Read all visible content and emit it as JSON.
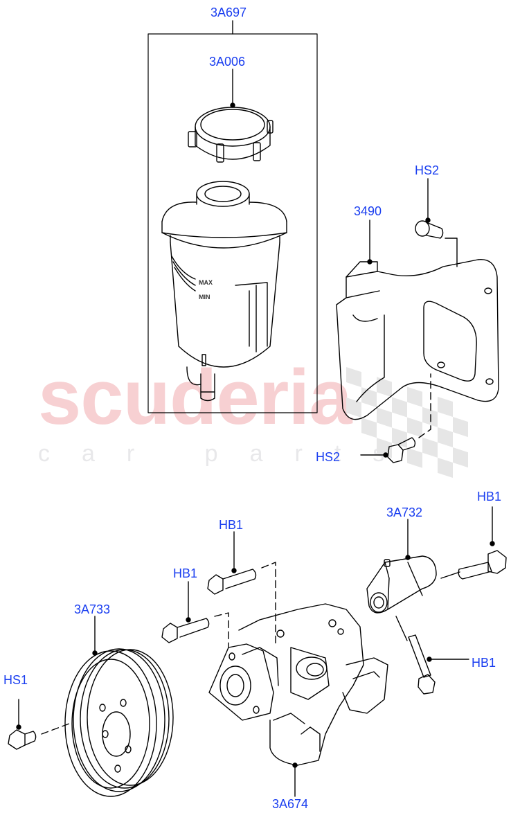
{
  "diagram": {
    "type": "exploded-parts-view",
    "subject": "Power steering pump and reservoir assembly",
    "watermark": {
      "text": "scuderia",
      "subtext": "car parts",
      "color": "#f7d0d2"
    },
    "label_color": "#1a3ef0",
    "reservoir_markings": {
      "max": "MAX",
      "min": "MIN"
    },
    "callouts": [
      {
        "id": "3A697",
        "label": "3A697",
        "part": "reservoir-assembly-box"
      },
      {
        "id": "3A006",
        "label": "3A006",
        "part": "reservoir-cap"
      },
      {
        "id": "HS2_top",
        "label": "HS2",
        "part": "bracket-bolt-upper"
      },
      {
        "id": "3490",
        "label": "3490",
        "part": "reservoir-bracket"
      },
      {
        "id": "HS2_bottom",
        "label": "HS2",
        "part": "bracket-bolt-lower"
      },
      {
        "id": "HB1_a",
        "label": "HB1",
        "part": "pump-bolt-upper"
      },
      {
        "id": "HB1_b",
        "label": "HB1",
        "part": "pump-bolt-middle"
      },
      {
        "id": "3A733",
        "label": "3A733",
        "part": "pump-pulley"
      },
      {
        "id": "HS1",
        "label": "HS1",
        "part": "pulley-bolt"
      },
      {
        "id": "3A732",
        "label": "3A732",
        "part": "pump-bracket-support"
      },
      {
        "id": "HB1_c",
        "label": "HB1",
        "part": "support-bolt-horizontal"
      },
      {
        "id": "HB1_d",
        "label": "HB1",
        "part": "support-bolt-vertical"
      },
      {
        "id": "3A674",
        "label": "3A674",
        "part": "power-steering-pump"
      }
    ]
  }
}
